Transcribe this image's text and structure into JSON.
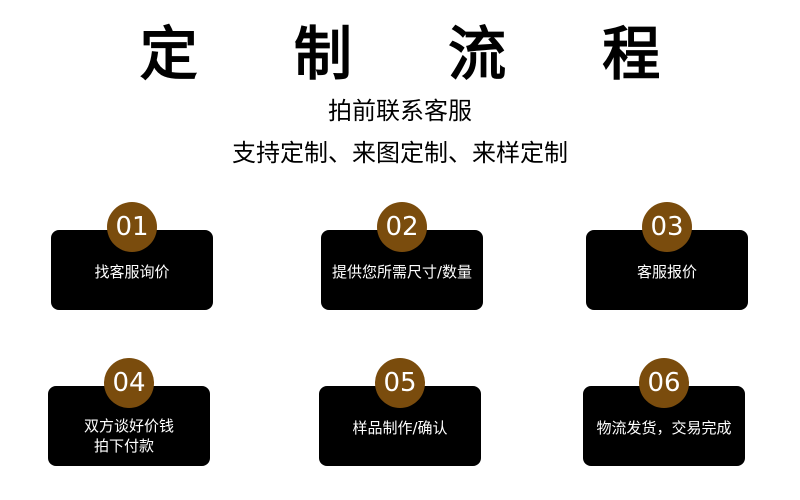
{
  "header": {
    "title": "定 制 流 程",
    "subtitle_1": "拍前联系客服",
    "subtitle_2": "支持定制、来图定制、来样定制"
  },
  "steps": [
    {
      "num": "01",
      "label": "找客服询价"
    },
    {
      "num": "02",
      "label": "提供您所需尺寸/数量"
    },
    {
      "num": "03",
      "label": "客服报价"
    },
    {
      "num": "04",
      "label_line1": "双方谈好价钱",
      "label_line2": "拍下付款"
    },
    {
      "num": "05",
      "label": "样品制作/确认"
    },
    {
      "num": "06",
      "label": "物流发货，交易完成"
    }
  ],
  "colors": {
    "badge": "#7a4c0d",
    "box": "#000000",
    "background": "#ffffff"
  }
}
